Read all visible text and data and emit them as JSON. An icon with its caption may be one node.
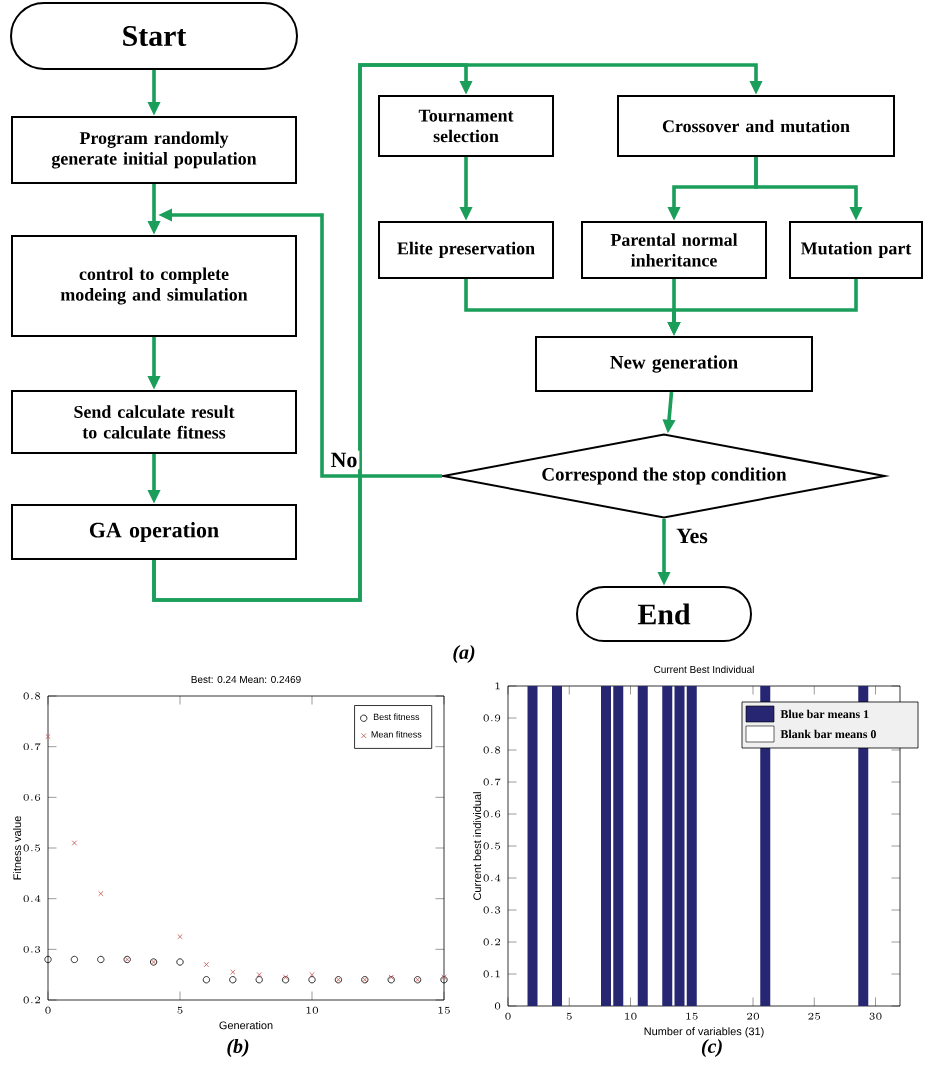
{
  "diagram": {
    "nodes": [
      {
        "text": [
          "Start"
        ]
      },
      {
        "text": [
          "Program randomly generate initial population"
        ]
      },
      {
        "text": [
          "control to complete modeing and simulation"
        ]
      },
      {
        "text": [
          "Send calculate result to calculate fitness"
        ]
      },
      {
        "text": [
          "GA operation"
        ]
      },
      {
        "text": [
          "Tournament selection"
        ]
      },
      {
        "text": [
          "Crossover and mutation"
        ]
      },
      {
        "text": [
          "Elite preservation"
        ]
      },
      {
        "text": [
          "Parental normal inheritance"
        ]
      },
      {
        "text": [
          "Mutation part"
        ]
      },
      {
        "text": [
          "New generation"
        ]
      },
      {
        "text": [
          "Correspond the stop condition"
        ]
      },
      {
        "text": [
          "End"
        ]
      }
    ],
    "edges": [
      {
        "from": 0,
        "to": 1,
        "arrow": "to"
      },
      {
        "from": 1,
        "to": 2,
        "arrow": "to"
      },
      {
        "from": 2,
        "to": 3,
        "arrow": "to"
      },
      {
        "from": 3,
        "to": 4,
        "arrow": "to"
      },
      {
        "from": 4,
        "to": 5,
        "arrow": "to"
      },
      {
        "from": 4,
        "to": 6,
        "arrow": "to"
      },
      {
        "from": 5,
        "to": 7,
        "arrow": "to"
      },
      {
        "from": 6,
        "to": 8,
        "arrow": "to"
      },
      {
        "from": 6,
        "to": 9,
        "arrow": "to"
      },
      {
        "from": 7,
        "to": 10,
        "arrow": "to"
      },
      {
        "from": 8,
        "to": 10,
        "arrow": "to"
      },
      {
        "from": 9,
        "to": 10,
        "arrow": "to"
      },
      {
        "from": 10,
        "to": 11,
        "arrow": "to"
      },
      {
        "from": 11,
        "to": 2,
        "arrow": "to",
        "label": "No"
      },
      {
        "from": 11,
        "to": 12,
        "arrow": "to",
        "label": "Yes"
      }
    ],
    "labels": [
      "(a)",
      "(b)",
      "(c)"
    ],
    "legend": [
      {
        "text": "Blue  bar means 1",
        "color": "#262673"
      },
      {
        "text": "Blank bar means 0",
        "color": "#ffffff"
      }
    ],
    "chart_data": [
      {
        "type": "scatter",
        "title": "Best: 0.24 Mean: 0.2469",
        "xlabel": "Generation",
        "ylabel": "Fitness value",
        "x": [
          0,
          1,
          2,
          3,
          4,
          5,
          6,
          7,
          8,
          9,
          10,
          11,
          12,
          13,
          14,
          15
        ],
        "xlim": [
          0,
          15
        ],
        "ylim": [
          0.2,
          0.8
        ],
        "xticks": [
          0,
          5,
          10,
          15
        ],
        "yticks": [
          0.2,
          0.3,
          0.4,
          0.5,
          0.6,
          0.7,
          0.8
        ],
        "legend": "upper right",
        "series": [
          {
            "name": "Best fitness",
            "color": "#000000",
            "values": [
              0.28,
              0.28,
              0.28,
              0.28,
              0.275,
              0.275,
              0.24,
              0.24,
              0.24,
              0.24,
              0.24,
              0.24,
              0.24,
              0.24,
              0.24,
              0.24
            ]
          },
          {
            "name": "Mean fitness",
            "color": "#c0504d",
            "values": [
              0.72,
              0.51,
              0.41,
              0.28,
              0.275,
              0.325,
              0.27,
              0.255,
              0.25,
              0.245,
              0.25,
              0.24,
              0.24,
              0.245,
              0.24,
              0.245
            ]
          }
        ]
      },
      {
        "type": "bar",
        "title": "Current Best Individual",
        "xlabel": "Number of variables (31)",
        "ylabel": "Current best individual",
        "x": [
          2,
          4,
          8,
          9,
          11,
          13,
          14,
          15,
          21,
          29
        ],
        "xlim": [
          0,
          32
        ],
        "ylim": [
          0,
          1
        ],
        "xticks": [
          0,
          5,
          10,
          15,
          20,
          25,
          30
        ],
        "yticks": [
          0,
          0.1,
          0.2,
          0.3,
          0.4,
          0.5,
          0.6,
          0.7,
          0.8,
          0.9,
          1
        ],
        "series": [
          {
            "color": "#262673",
            "values": [
              1,
              1,
              1,
              1,
              1,
              1,
              1,
              1,
              1,
              1
            ]
          }
        ]
      }
    ]
  }
}
